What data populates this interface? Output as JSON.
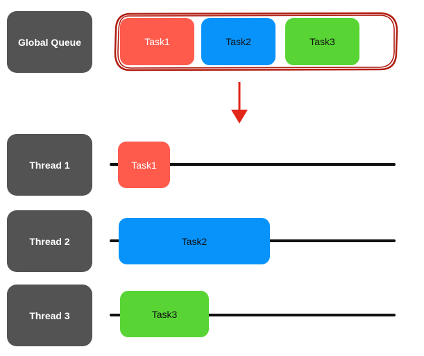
{
  "global_queue": {
    "label": "Global Queue",
    "tasks": [
      "Task1",
      "Task2",
      "Task3"
    ]
  },
  "threads": [
    {
      "label": "Thread 1",
      "task": "Task1"
    },
    {
      "label": "Thread 2",
      "task": "Task2"
    },
    {
      "label": "Thread 3",
      "task": "Task3"
    }
  ],
  "colors": {
    "label_bg": "#535353",
    "task1": "#fe5b4d",
    "task2": "#0893fb",
    "task3": "#58d535",
    "queue_outline": "#b01c10",
    "arrow": "#e2261a"
  }
}
